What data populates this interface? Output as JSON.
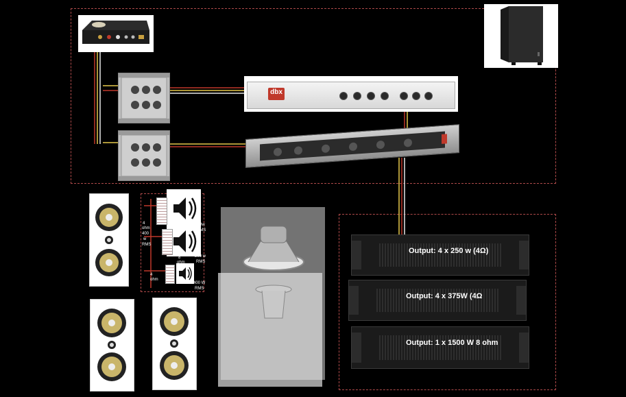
{
  "amplifiers": [
    {
      "label": "Output: 4 x  250 w (4Ω)"
    },
    {
      "label": "Output: 4 x 375W (4Ω"
    },
    {
      "label": "Output: 1 x 1500 W 8 ohm"
    }
  ],
  "speaker_notes": {
    "a_1": "4",
    "a_2": "ohm",
    "a_3": "400",
    "a_4": "w",
    "a_5": "RMS",
    "b_1": "8",
    "b_2": "ohm",
    "b_3": "200 w",
    "b_4": "RMS",
    "c_1": "4",
    "c_2": "ohm",
    "d_1": "400 W",
    "d_2": "RMS",
    "e_1": "0w",
    "e_2": "RMS"
  },
  "brand": {
    "dbx": "dbx"
  },
  "colors": {
    "dashed_border": "#b04a4a",
    "background": "#000000",
    "wire_red": "#c0392b",
    "wire_yellow": "#e6c84a",
    "wire_white": "#e8e8e8"
  }
}
